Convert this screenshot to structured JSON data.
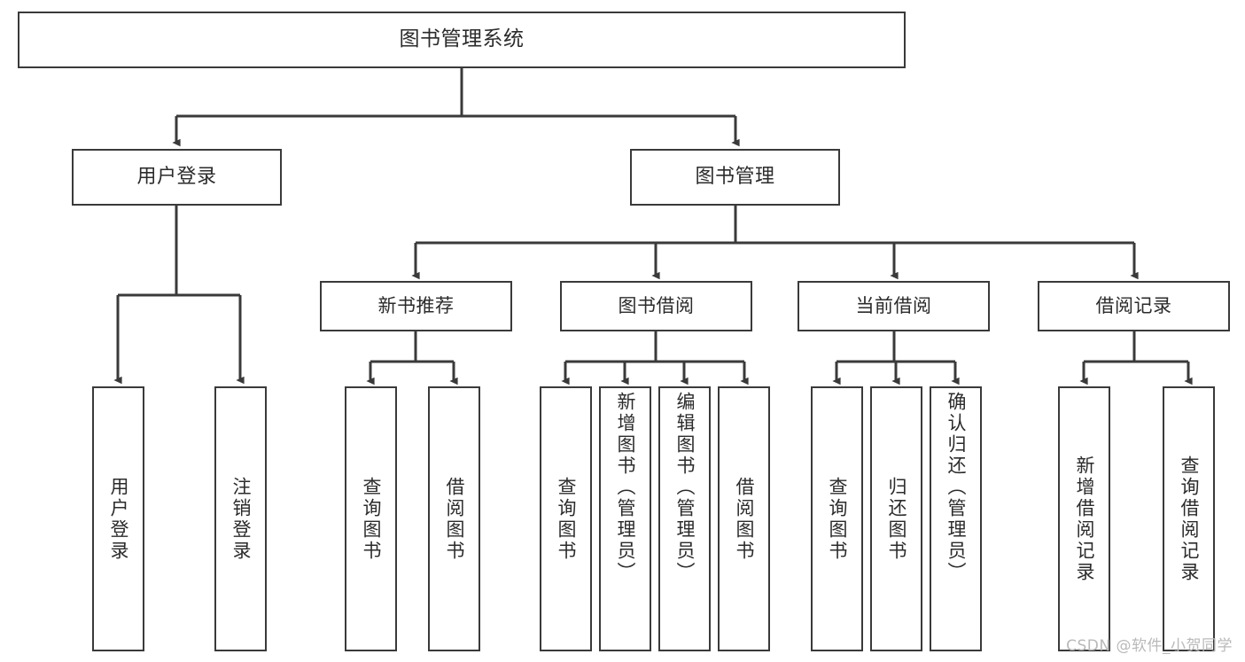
{
  "diagram": {
    "type": "tree-hierarchy-chart",
    "title": "图书管理系统",
    "line_color": "#3a3a3a",
    "box_fill": "#ffffff",
    "text_color": "#2b2b2b",
    "watermark": "CSDN @软件_小贺同学",
    "root": {
      "label": "图书管理系统"
    },
    "level1": [
      {
        "label": "用户登录"
      },
      {
        "label": "图书管理"
      }
    ],
    "level2": [
      {
        "label": "新书推荐"
      },
      {
        "label": "图书借阅"
      },
      {
        "label": "当前借阅"
      },
      {
        "label": "借阅记录"
      }
    ],
    "leaves": {
      "user_login": [
        {
          "label": "用户登录"
        },
        {
          "label": "注销登录"
        }
      ],
      "new_book_recommend": [
        {
          "label": "查询图书"
        },
        {
          "label": "借阅图书"
        }
      ],
      "book_borrow": [
        {
          "label": "查询图书"
        },
        {
          "label": "新增图书（管理员）"
        },
        {
          "label": "编辑图书（管理员）"
        },
        {
          "label": "借阅图书"
        }
      ],
      "current_borrow": [
        {
          "label": "查询图书"
        },
        {
          "label": "归还图书"
        },
        {
          "label": "确认归还（管理员）"
        }
      ],
      "borrow_record": [
        {
          "label": "新增借阅记录"
        },
        {
          "label": "查询借阅记录"
        }
      ]
    }
  }
}
